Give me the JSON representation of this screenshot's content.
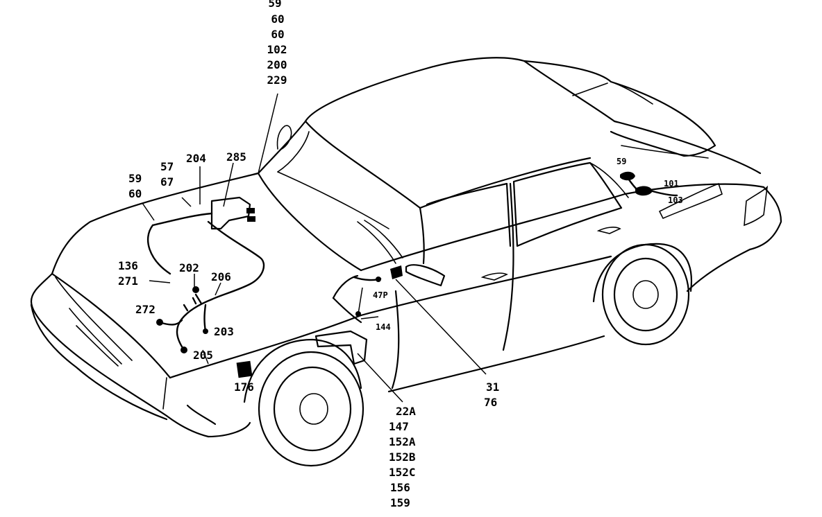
{
  "callouts": {
    "top_stack": [
      "59",
      "60",
      "60",
      "102",
      "200",
      "229"
    ],
    "front_59_60": [
      "59",
      "60"
    ],
    "front_57_67": [
      "57",
      "67"
    ],
    "c204": "204",
    "c285": "285",
    "c136_271": [
      "136",
      "271"
    ],
    "c202": "202",
    "c206": "206",
    "c272": "272",
    "c203": "203",
    "c205": "205",
    "c176": "176",
    "c47p": "47P",
    "c144": "144",
    "c31_76": [
      "31",
      "76"
    ],
    "c22a_stack": [
      "22A",
      "147",
      "152A",
      "152B",
      "152C",
      "156",
      "159"
    ],
    "c59_rear": "59",
    "c101": "101",
    "c103": "103"
  }
}
